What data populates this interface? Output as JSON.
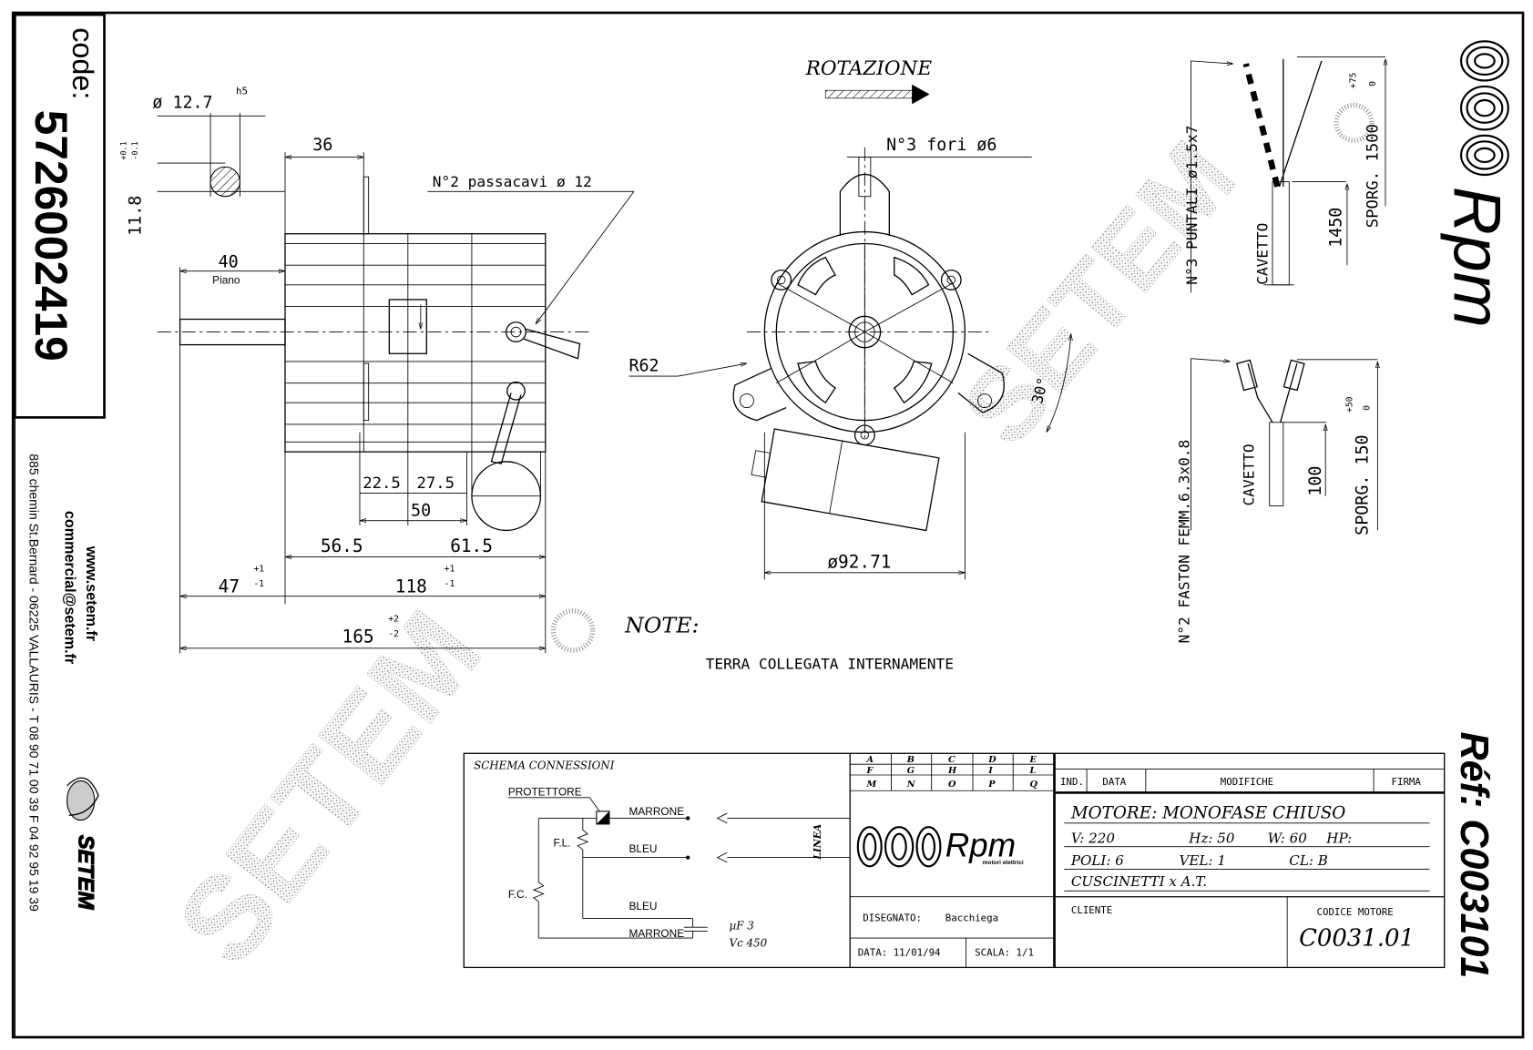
{
  "side_panel": {
    "code_label": "code:",
    "code": "5726002419",
    "website": "www.setem.fr",
    "email": "commercial@setem.fr",
    "address": "885 chemin St.Bernard - 06225 VALLAURIS - T 08 90 71 00 39  F 04 92 95 19 39",
    "brand": "SETEM"
  },
  "side_view": {
    "shaft_dia": "ø 12.7",
    "shaft_tol": "h5",
    "flat": "11.8",
    "flat_tol_plus": "+0.1",
    "flat_tol_minus": "-0.1",
    "dim_36": "36",
    "dim_40": "40",
    "piano": "Piano",
    "passacavi": "N°2 passacavi ø 12",
    "dim_22_5": "22.5",
    "dim_27_5": "27.5",
    "dim_50": "50",
    "dim_56_5": "56.5",
    "dim_61_5": "61.5",
    "dim_47": "47",
    "dim_47_plus": "+1",
    "dim_47_minus": "-1",
    "dim_118": "118",
    "dim_118_plus": "+1",
    "dim_118_minus": "-1",
    "dim_165": "165",
    "dim_165_plus": "+2",
    "dim_165_minus": "-2"
  },
  "front_view": {
    "rotation_label": "ROTAZIONE",
    "holes": "N°3 fori ø6",
    "radius": "R62",
    "angle": "30°",
    "diameter": "ø92.71"
  },
  "leads": {
    "puntali_label": "N°3 PUNTALI ø1.5x7",
    "cavetto_1": "CAVETTO",
    "dim_1450": "1450",
    "sporg_1": "SPORG. 1500",
    "sporg_1_plus": "+75",
    "sporg_1_minus": "0",
    "faston_label": "N°2 FASTON FEMM.6.3x0.8",
    "cavetto_2": "CAVETTO",
    "dim_100": "100",
    "sporg_2": "SPORG. 150",
    "sporg_2_plus": "+50",
    "sporg_2_minus": "0"
  },
  "note": {
    "title": "NOTE:",
    "text": "TERRA COLLEGATA INTERNAMENTE"
  },
  "brand_right": {
    "logo": "Rpm",
    "ref": "Réf: C003101"
  },
  "schema": {
    "title": "SCHEMA CONNESSIONI",
    "protettore": "PROTETTORE",
    "marrone_1": "MARRONE",
    "bleu_1": "BLEU",
    "fl": "F.L.",
    "fc": "F.C.",
    "bleu_2": "BLEU",
    "marrone_2": "MARRONE",
    "cap_uf": "µF 3",
    "cap_vc": "Vc 450",
    "linea": "LINEA"
  },
  "grid_letters": [
    [
      "A",
      "B",
      "C",
      "D",
      "E"
    ],
    [
      "F",
      "G",
      "H",
      "I",
      "L"
    ],
    [
      "M",
      "N",
      "O",
      "P",
      "Q"
    ]
  ],
  "title_block": {
    "logo": "Rpm",
    "logo_sub": "motori elettrici",
    "rev_headers": {
      "ind": "IND.",
      "data": "DATA",
      "modifiche": "MODIFICHE",
      "firma": "FIRMA"
    },
    "motor_type": "MOTORE: MONOFASE CHIUSO",
    "voltage": "V: 220",
    "freq": "Hz: 50",
    "watt": "W: 60",
    "hp": "HP:",
    "poles": "POLI: 6",
    "speed": "VEL: 1",
    "class": "CL: B",
    "bearings": "CUSCINETTI x A.T.",
    "drawn_label": "DISEGNATO:",
    "drawn_by": "Bacchiega",
    "date": "DATA: 11/01/94",
    "scale": "SCALA: 1/1",
    "client_label": "CLIENTE",
    "motor_code_label": "CODICE MOTORE",
    "motor_code": "C0031.01"
  },
  "watermark": "SETEM"
}
